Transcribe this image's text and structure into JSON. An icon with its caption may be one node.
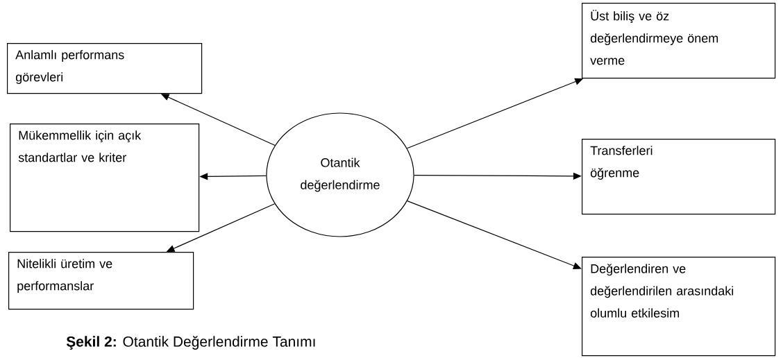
{
  "diagram": {
    "caption": "**Şekil 2:** Otantik Değerlendirme Tanımı",
    "nodes": [
      {
        "text": [
          "Otantik değerlendirme"
        ]
      },
      {
        "text": [
          "Anlamlı performans görevleri"
        ]
      },
      {
        "text": [
          "Mükemmellik için açık standartlar ve kriter"
        ]
      },
      {
        "text": [
          "Nitelikli üretim ve performanslar"
        ]
      },
      {
        "text": [
          "Üst biliş ve öz değerlendirmeye önem verme"
        ]
      },
      {
        "text": [
          "Transferleri öğrenme"
        ]
      },
      {
        "text": [
          "Değerlendiren ve değerlendirilen arasındaki olumlu etkilesim"
        ]
      }
    ],
    "edges": [
      {
        "from": 0,
        "to": 1,
        "arrow": "to"
      },
      {
        "from": 0,
        "to": 2,
        "arrow": "to"
      },
      {
        "from": 0,
        "to": 3,
        "arrow": "to"
      },
      {
        "from": 0,
        "to": 4,
        "arrow": "to"
      },
      {
        "from": 0,
        "to": 5,
        "arrow": "to"
      },
      {
        "from": 0,
        "to": 6,
        "arrow": "to"
      }
    ]
  }
}
